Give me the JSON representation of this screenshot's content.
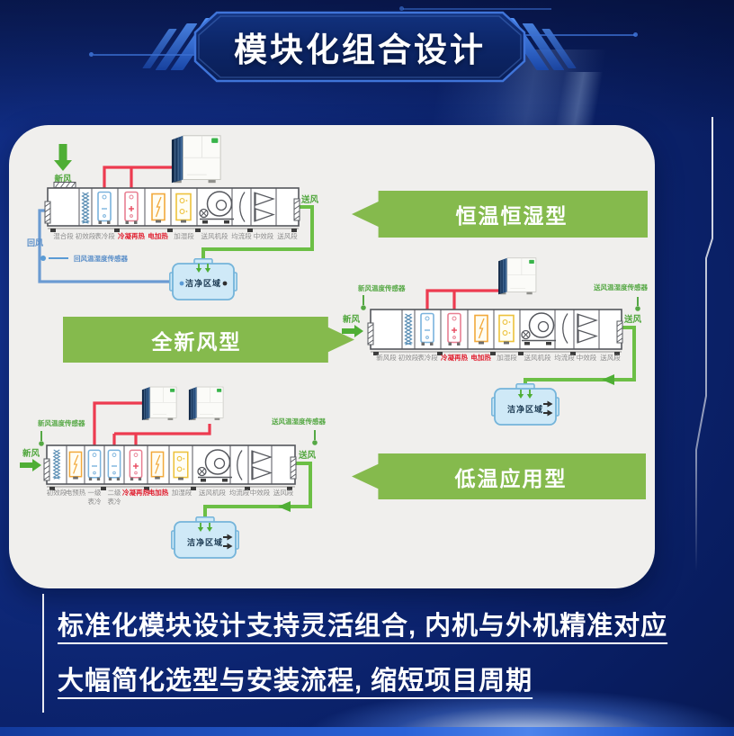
{
  "header": {
    "title": "模块化组合设计"
  },
  "banners": {
    "constant_temp_humidity": "恒温恒湿型",
    "full_fresh_air": "全新风型",
    "low_temp_application": "低温应用型"
  },
  "common": {
    "fresh_air": "新风",
    "supply_air": "送风",
    "return_air": "回风",
    "clean_area": "洁净区域",
    "fresh_air_temp_sensor": "新风温度传感器",
    "supply_air_temp_humidity_sensor": "送风温湿度传感器",
    "return_air_temp_humidity_sensor": "回风温湿度传感器"
  },
  "ahu1": {
    "sections": [
      "混合段",
      "初效段",
      "表冷段",
      "冷凝再热",
      "电加热",
      "加湿段",
      "送风机段",
      "均流段",
      "中效段",
      "送风段"
    ]
  },
  "ahu2": {
    "sections": [
      "新风段",
      "初效段",
      "表冷段",
      "冷凝再热",
      "电加热",
      "加湿段",
      "送风机段",
      "均流段",
      "中效段",
      "送风段"
    ]
  },
  "ahu3": {
    "sections": [
      "初效段",
      "电预热",
      {
        "line1": "一级",
        "line2": "表冷"
      },
      {
        "line1": "二级",
        "line2": "表冷"
      },
      "冷凝再热",
      "电加热",
      "加湿段",
      "送风机段",
      "均流段",
      "中效段",
      "送风段"
    ]
  },
  "footer": {
    "line1": "标准化模块设计支持灵活组合, 内机与外机精准对应",
    "line2": "大幅简化选型与安装流程, 缩短项目周期"
  },
  "colors": {
    "banner_green": "#85ba4d",
    "pipe_red": "#ed3b50",
    "pipe_green": "#6cbf45",
    "pipe_blue": "#6b9bd2",
    "bg_navy": "#0e2878",
    "card_bg": "#f0efed"
  }
}
